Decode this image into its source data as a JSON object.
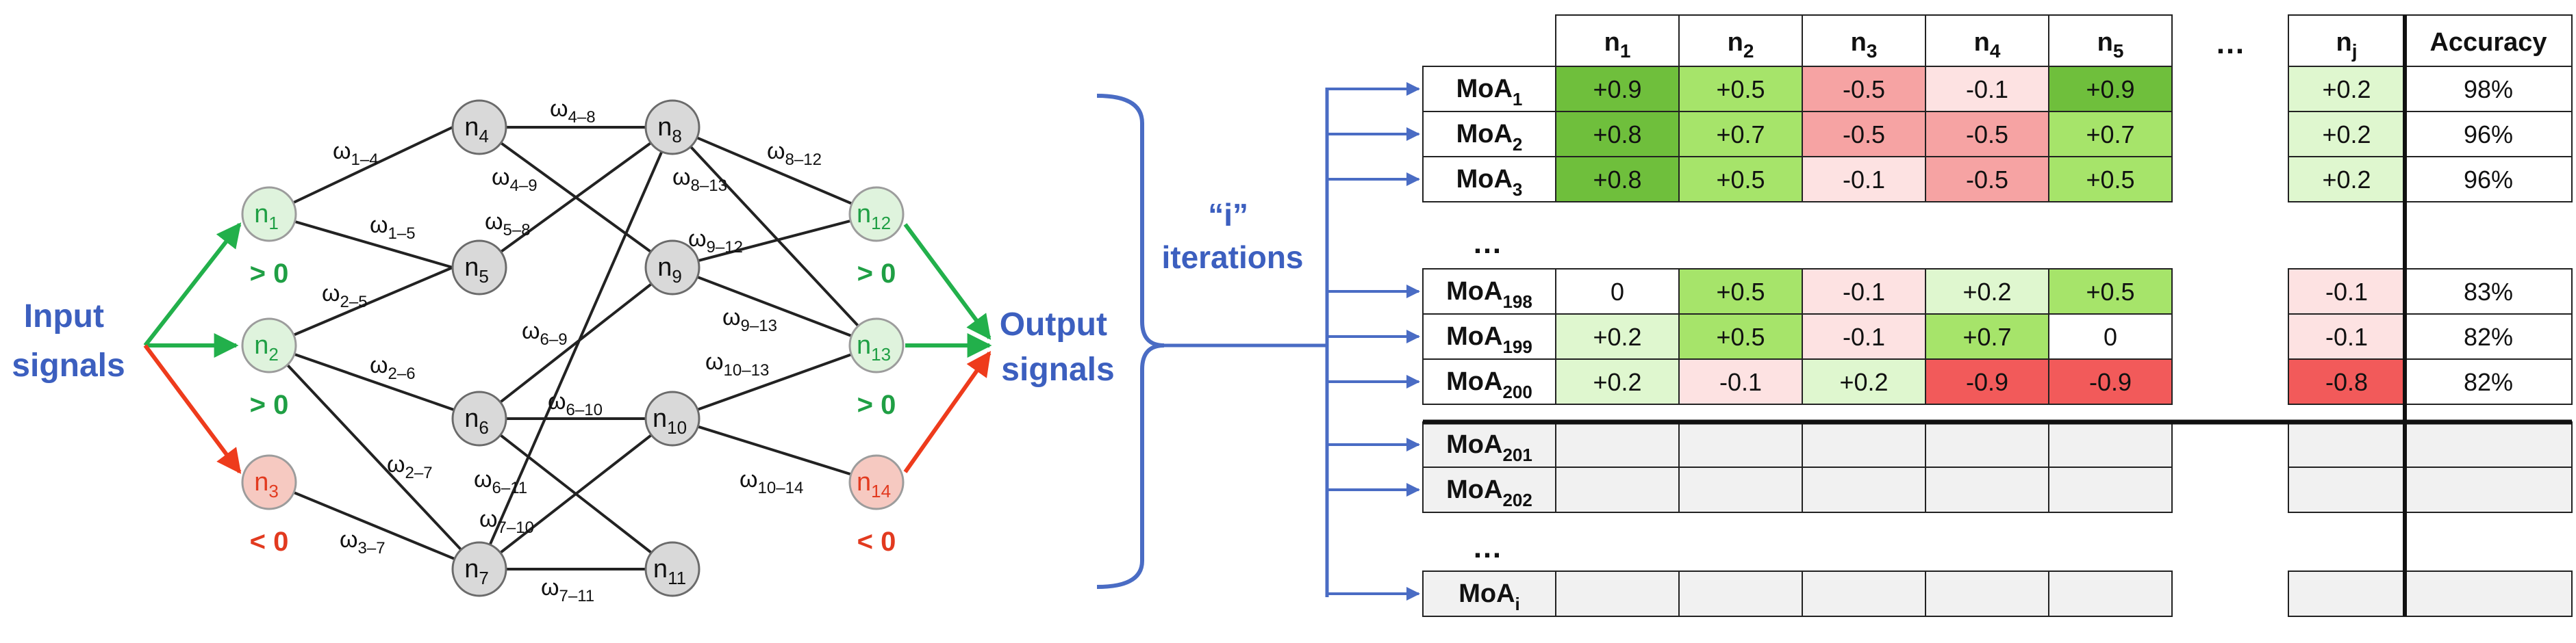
{
  "network": {
    "input_label": [
      "Input",
      "signals"
    ],
    "output_label": [
      "Output",
      "signals"
    ],
    "iterations_label": [
      "“i”",
      "iterations"
    ],
    "nodes": [
      {
        "id": "n1",
        "sub": "1",
        "kind": "input-pos",
        "sign": "> 0"
      },
      {
        "id": "n2",
        "sub": "2",
        "kind": "input-pos",
        "sign": "> 0"
      },
      {
        "id": "n3",
        "sub": "3",
        "kind": "input-neg",
        "sign": "< 0"
      },
      {
        "id": "n4",
        "sub": "4",
        "kind": "hidden"
      },
      {
        "id": "n5",
        "sub": "5",
        "kind": "hidden"
      },
      {
        "id": "n6",
        "sub": "6",
        "kind": "hidden"
      },
      {
        "id": "n7",
        "sub": "7",
        "kind": "hidden"
      },
      {
        "id": "n8",
        "sub": "8",
        "kind": "hidden"
      },
      {
        "id": "n9",
        "sub": "9",
        "kind": "hidden"
      },
      {
        "id": "n10",
        "sub": "10",
        "kind": "hidden"
      },
      {
        "id": "n11",
        "sub": "11",
        "kind": "hidden"
      },
      {
        "id": "n12",
        "sub": "12",
        "kind": "output-pos",
        "sign": "> 0"
      },
      {
        "id": "n13",
        "sub": "13",
        "kind": "output-pos",
        "sign": "> 0"
      },
      {
        "id": "n14",
        "sub": "14",
        "kind": "output-neg",
        "sign": "< 0"
      }
    ],
    "weights": [
      {
        "id": "w1-4",
        "sub": "1–4"
      },
      {
        "id": "w1-5",
        "sub": "1–5"
      },
      {
        "id": "w2-5",
        "sub": "2–5"
      },
      {
        "id": "w2-6",
        "sub": "2–6"
      },
      {
        "id": "w2-7",
        "sub": "2–7"
      },
      {
        "id": "w3-7",
        "sub": "3–7"
      },
      {
        "id": "w4-8",
        "sub": "4–8"
      },
      {
        "id": "w4-9",
        "sub": "4–9"
      },
      {
        "id": "w5-8",
        "sub": "5–8"
      },
      {
        "id": "w6-9",
        "sub": "6–9"
      },
      {
        "id": "w6-10",
        "sub": "6–10"
      },
      {
        "id": "w6-11",
        "sub": "6–11"
      },
      {
        "id": "w7-10",
        "sub": "7–10"
      },
      {
        "id": "w7-11",
        "sub": "7–11"
      },
      {
        "id": "w8-12",
        "sub": "8–12"
      },
      {
        "id": "w8-13",
        "sub": "8–13"
      },
      {
        "id": "w9-12",
        "sub": "9–12"
      },
      {
        "id": "w9-13",
        "sub": "9–13"
      },
      {
        "id": "w10-13",
        "sub": "10–13"
      },
      {
        "id": "w10-14",
        "sub": "10–14"
      }
    ]
  },
  "table": {
    "columns": [
      {
        "main": "n",
        "sub": "1"
      },
      {
        "main": "n",
        "sub": "2"
      },
      {
        "main": "n",
        "sub": "3"
      },
      {
        "main": "n",
        "sub": "4"
      },
      {
        "main": "n",
        "sub": "5"
      },
      {
        "main": "…",
        "sub": ""
      },
      {
        "main": "n",
        "sub": "j"
      },
      {
        "main": "Accuracy",
        "sub": ""
      }
    ],
    "row_ellipsis": "…",
    "rows": [
      {
        "main": "MoA",
        "sub": "1",
        "values": [
          "+0.9",
          "+0.5",
          "-0.5",
          "-0.1",
          "+0.9"
        ],
        "nj": "+0.2",
        "accuracy": "98%"
      },
      {
        "main": "MoA",
        "sub": "2",
        "values": [
          "+0.8",
          "+0.7",
          "-0.5",
          "-0.5",
          "+0.7"
        ],
        "nj": "+0.2",
        "accuracy": "96%"
      },
      {
        "main": "MoA",
        "sub": "3",
        "values": [
          "+0.8",
          "+0.5",
          "-0.1",
          "-0.5",
          "+0.5"
        ],
        "nj": "+0.2",
        "accuracy": "96%"
      },
      {
        "main": "MoA",
        "sub": "198",
        "values": [
          "0",
          "+0.5",
          "-0.1",
          "+0.2",
          "+0.5"
        ],
        "nj": "-0.1",
        "accuracy": "83%"
      },
      {
        "main": "MoA",
        "sub": "199",
        "values": [
          "+0.2",
          "+0.5",
          "-0.1",
          "+0.7",
          "0"
        ],
        "nj": "-0.1",
        "accuracy": "82%"
      },
      {
        "main": "MoA",
        "sub": "200",
        "values": [
          "+0.2",
          "-0.1",
          "+0.2",
          "-0.9",
          "-0.9"
        ],
        "nj": "-0.8",
        "accuracy": "82%"
      },
      {
        "main": "MoA",
        "sub": "201",
        "values": [
          "",
          "",
          "",
          "",
          ""
        ],
        "nj": "",
        "accuracy": ""
      },
      {
        "main": "MoA",
        "sub": "202",
        "values": [
          "",
          "",
          "",
          "",
          ""
        ],
        "nj": "",
        "accuracy": ""
      },
      {
        "main": "MoA",
        "sub": "i",
        "values": [
          "",
          "",
          "",
          "",
          ""
        ],
        "nj": "",
        "accuracy": ""
      }
    ]
  },
  "colors": {
    "node_gray": "#d9d9d9",
    "node_green": "#dff3dd",
    "node_red": "#f6c9c1",
    "arrow_green": "#22b04b",
    "arrow_red": "#ee3b1c",
    "blue": "#4a6cc4",
    "pos_strong": "#6fbf3c",
    "pos_mid": "#a6e46a",
    "pos_light": "#dff7cf",
    "neg_strong": "#f25a5a",
    "neg_mid": "#f6a3a3",
    "neg_light": "#fde2e2",
    "empty_cell": "#f1f1f1"
  }
}
